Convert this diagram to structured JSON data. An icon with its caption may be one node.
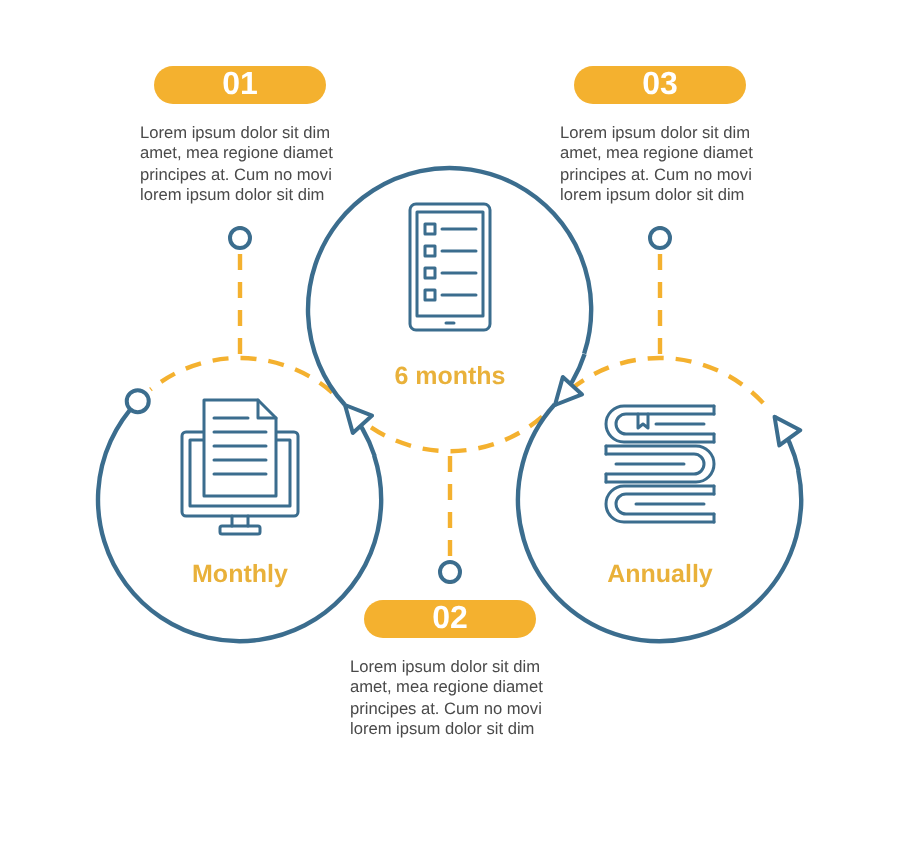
{
  "diagram": {
    "nodes": [
      {
        "text": [
          "01",
          "Lorem ipsum dolor sit dim amet, mea regione diamet principes at. Cum no movi lorem ipsum dolor sit dim"
        ]
      },
      {
        "text": [
          "Monthly"
        ]
      },
      {
        "text": [
          "02",
          "Lorem ipsum dolor sit dim amet, mea regione diamet principes at. Cum no movi lorem ipsum dolor sit dim"
        ]
      },
      {
        "text": [
          "6 months"
        ]
      },
      {
        "text": [
          "03",
          "Lorem ipsum dolor sit dim amet, mea regione diamet principes at. Cum no movi lorem ipsum dolor sit dim"
        ]
      },
      {
        "text": [
          "Annually"
        ]
      }
    ],
    "edges": [
      {
        "from": 0,
        "to": 1,
        "arrow": "other",
        "style": "dashed",
        "color": "#f4b12f"
      },
      {
        "from": 1,
        "to": 3,
        "arrow": "to",
        "color": "#3b6d8e"
      },
      {
        "from": 2,
        "to": 3,
        "arrow": "other",
        "style": "dashed",
        "color": "#f4b12f"
      },
      {
        "from": 3,
        "to": 5,
        "arrow": "to",
        "color": "#3b6d8e"
      },
      {
        "from": 4,
        "to": 5,
        "arrow": "other",
        "style": "dashed",
        "color": "#f4b12f"
      },
      {
        "from": null,
        "to": 5,
        "arrow": "to",
        "color": "#3b6d8e"
      }
    ]
  }
}
